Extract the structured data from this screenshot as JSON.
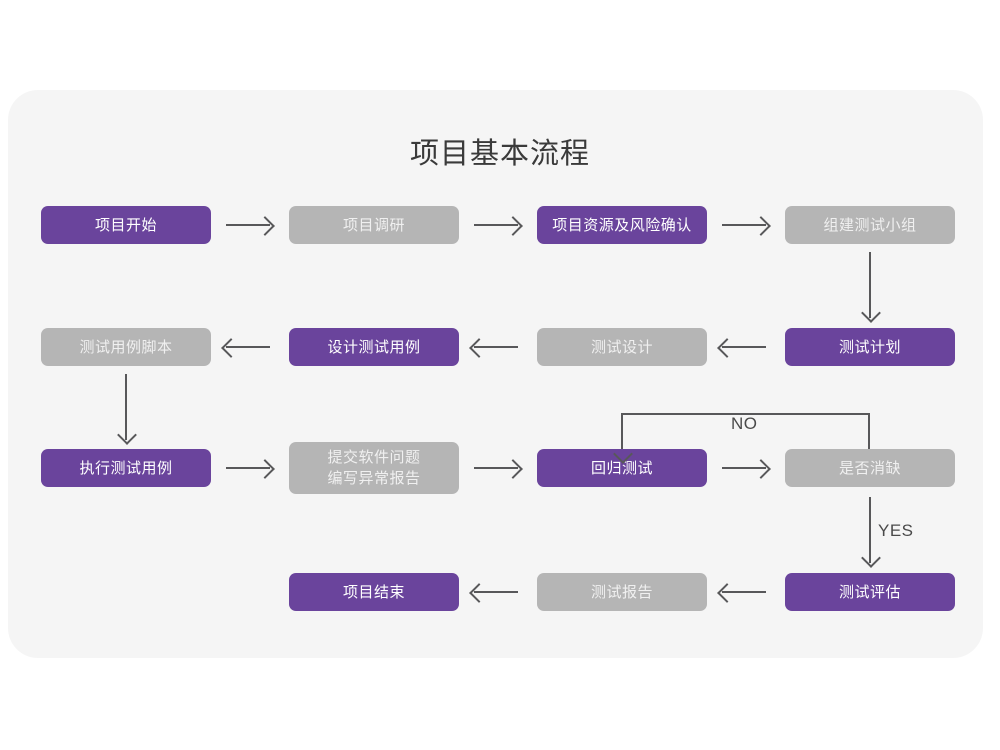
{
  "page": {
    "title": "项目基本流程",
    "background_color": "#ffffff",
    "card_color": "#f5f5f5",
    "accent_purple": "#6a449c",
    "accent_gray": "#b5b5b5",
    "connector_color": "#58585a"
  },
  "flow": {
    "nodes": [
      {
        "id": "n1",
        "label": "项目开始",
        "style": "purple",
        "row": 1
      },
      {
        "id": "n2",
        "label": "项目调研",
        "style": "gray",
        "row": 1
      },
      {
        "id": "n3",
        "label": "项目资源及风险确认",
        "style": "purple",
        "row": 1
      },
      {
        "id": "n4",
        "label": "组建测试小组",
        "style": "gray",
        "row": 1
      },
      {
        "id": "n5",
        "label": "测试用例脚本",
        "style": "gray",
        "row": 2
      },
      {
        "id": "n6",
        "label": "设计测试用例",
        "style": "purple",
        "row": 2
      },
      {
        "id": "n7",
        "label": "测试设计",
        "style": "gray",
        "row": 2
      },
      {
        "id": "n8",
        "label": "测试计划",
        "style": "purple",
        "row": 2
      },
      {
        "id": "n9",
        "label": "执行测试用例",
        "style": "purple",
        "row": 3
      },
      {
        "id": "n10",
        "label": "提交软件问题\n编写异常报告",
        "style": "gray",
        "row": 3
      },
      {
        "id": "n11",
        "label": "回归测试",
        "style": "purple",
        "row": 3
      },
      {
        "id": "n12",
        "label": "是否消缺",
        "style": "gray",
        "row": 3
      },
      {
        "id": "n13",
        "label": "项目结束",
        "style": "purple",
        "row": 4
      },
      {
        "id": "n14",
        "label": "测试报告",
        "style": "gray",
        "row": 4
      },
      {
        "id": "n15",
        "label": "测试评估",
        "style": "purple",
        "row": 4
      }
    ],
    "edge_labels": {
      "no": "NO",
      "yes": "YES"
    }
  }
}
